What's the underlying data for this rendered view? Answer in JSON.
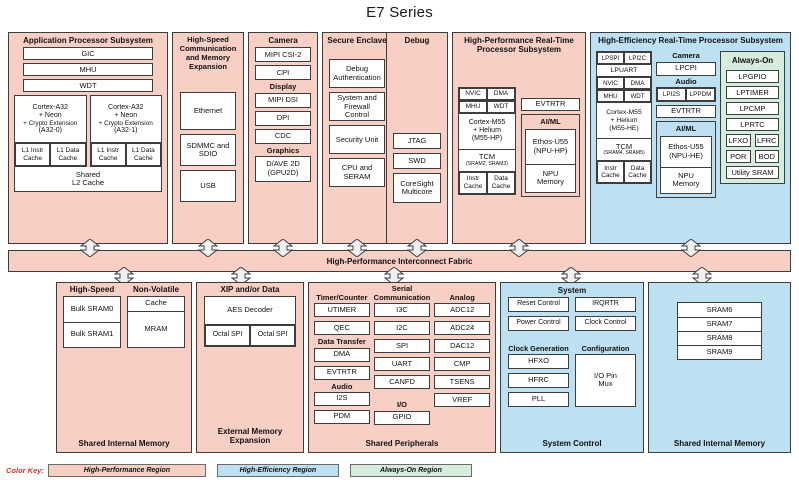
{
  "title": "E7 Series",
  "colors": {
    "high_performance": "#f8cfc5",
    "high_efficiency": "#bde1f2",
    "always_on": "#d6ecdc",
    "border": "#3d3d3d",
    "key_label": "#c0392b"
  },
  "fabric": {
    "label": "High-Performance Interconnect Fabric"
  },
  "color_key": {
    "label": "Color Key:",
    "items": [
      {
        "label": "High-Performance Region",
        "color": "#f8cfc5"
      },
      {
        "label": "High-Efficiency Region",
        "color": "#bde1f2"
      },
      {
        "label": "Always-On Region",
        "color": "#d6ecdc"
      }
    ]
  },
  "top_row": {
    "app_processor": {
      "title": "Application Processor Subsystem",
      "region": "high-performance",
      "top_cells": [
        "GIC",
        "MHU",
        "WDT"
      ],
      "cores": [
        {
          "name": [
            "Cortex-A32",
            "+ Neon",
            "+ Crypto Extension",
            "(A32-0)"
          ],
          "caches": [
            "L1 Instr Cache",
            "L1 Data Cache"
          ]
        },
        {
          "name": [
            "Cortex-A32",
            "+ Neon",
            "+ Crypto Extension",
            "(A32-1)"
          ],
          "caches": [
            "L1 Instr Cache",
            "L1 Data Cache"
          ]
        }
      ],
      "shared_cache": [
        "Shared",
        "L2 Cache"
      ]
    },
    "highspeed_comm": {
      "title": "High-Speed Communication and Memory Expansion",
      "region": "high-performance",
      "cells": [
        "Ethernet",
        "SDMMC and SDIO",
        "USB"
      ]
    },
    "camera": {
      "title": "Camera",
      "region": "high-performance",
      "cells": [
        "MIPI CSI-2",
        "CPI"
      ],
      "display": {
        "title": "Display",
        "cells": [
          "MIPI DSI",
          "DPI",
          "CDC"
        ]
      },
      "graphics": {
        "title": "Graphics",
        "cells": [
          "D/AVE 2D (GPU2D)"
        ]
      }
    },
    "secure_enclave": {
      "title": "Secure Enclave",
      "region": "high-performance",
      "cells": [
        "Debug Authentication",
        "System and Firewall Control",
        "Security Unit",
        "CPU and SERAM"
      ]
    },
    "debug": {
      "title": "Debug",
      "region": "high-performance",
      "cells": [
        "JTAG",
        "SWD",
        "CoreSight Multicore"
      ]
    },
    "hp_realtime": {
      "title": "High-Performance Real-Time Processor Subsystem",
      "region": "high-performance",
      "left": {
        "pairs": [
          [
            "NVIC",
            "DMA"
          ],
          [
            "MHU",
            "WDT"
          ]
        ],
        "core": [
          "Cortex-M55",
          "+ Helium",
          "(M55-HP)"
        ],
        "tcm_label": "TCM",
        "tcm_sub": "(SRAM2, SRAM3)",
        "caches": [
          "Instr Cache",
          "Data Cache"
        ]
      },
      "right": {
        "evtrtr": "EVTRTR",
        "aiml_title": "AI/ML",
        "npu": [
          "Ethos-U55",
          "(NPU-HP)"
        ],
        "npu_mem": [
          "NPU",
          "Memory"
        ]
      }
    },
    "he_realtime": {
      "title": "High-Efficiency Real-Time Processor Subsystem",
      "region": "high-efficiency",
      "left": {
        "pairs": [
          [
            "LPSPI",
            "LPI2C"
          ]
        ],
        "lpuart": "LPUART",
        "pairs2": [
          [
            "NVIC",
            "DMA"
          ],
          [
            "MHU",
            "WDT"
          ]
        ],
        "core": [
          "Cortex-M55",
          "+ Helium",
          "(M55-HE)"
        ],
        "tcm_label": "TCM",
        "tcm_sub": "(SRAM4, SRAM5)",
        "caches": [
          "Instr Cache",
          "Data Cache"
        ]
      },
      "mid": {
        "camera_title": "Camera",
        "camera_cell": "LPCPI",
        "audio_title": "Audio",
        "audio_cells": [
          "LPI2S",
          "LPPDM"
        ],
        "evtrtr": "EVTRTR",
        "aiml_title": "AI/ML",
        "npu": [
          "Ethos-U55",
          "(NPU-HE)"
        ],
        "npu_mem": [
          "NPU",
          "Memory"
        ]
      },
      "always_on": {
        "title": "Always-On",
        "region": "always-on",
        "cells": [
          "LPGPIO",
          "LPTIMER",
          "LPCMP",
          "LPRTC"
        ],
        "pairs": [
          [
            "LFXO",
            "LFRC"
          ],
          [
            "POR",
            "BOD"
          ]
        ],
        "last": "Utility SRAM"
      }
    }
  },
  "bottom_row": {
    "shared_internal_memory_1": {
      "title": "Shared Internal Memory",
      "region": "high-performance",
      "high_speed": {
        "title": "High-Speed",
        "cells": [
          "Bulk SRAM0",
          "Bulk SRAM1"
        ]
      },
      "non_volatile": {
        "title": "Non-Volatile",
        "cells": [
          "Cache",
          "MRAM"
        ]
      }
    },
    "external_memory": {
      "title": "External Memory Expansion",
      "region": "high-performance",
      "xip_title": "XIP and/or Data",
      "aes": "AES Decoder",
      "spi": [
        "Octal SPI",
        "Octal SPI"
      ]
    },
    "shared_peripherals": {
      "title": "Shared Peripherals",
      "region": "high-performance",
      "col1": {
        "timer_title": "Timer/Counter",
        "timer_cells": [
          "UTIMER",
          "QEC"
        ],
        "data_title": "Data Transfer",
        "data_cells": [
          "DMA",
          "EVTRTR"
        ],
        "audio_title": "Audio",
        "audio_cells": [
          "I2S",
          "PDM"
        ]
      },
      "col2": {
        "serial_title": "Serial Communication",
        "serial_cells": [
          "I3C",
          "I2C",
          "SPI",
          "UART",
          "CANFD"
        ],
        "io_title": "I/O",
        "io_cells": [
          "GPIO"
        ]
      },
      "col3": {
        "analog_title": "Analog",
        "analog_cells": [
          "ADC12",
          "ADC24",
          "DAC12",
          "CMP",
          "TSENS",
          "VREF"
        ]
      }
    },
    "system_control": {
      "title": "System Control",
      "region": "high-efficiency",
      "system_title": "System",
      "system_cells": [
        "Reset Control",
        "IRQRTR",
        "Power Control",
        "Clock Control"
      ],
      "clockgen_title": "Clock Generation",
      "clockgen_cells": [
        "HFXO",
        "HFRC",
        "PLL"
      ],
      "config_title": "Configuration",
      "config_cell": [
        "I/O Pin",
        "Mux"
      ]
    },
    "shared_internal_memory_2": {
      "title": "Shared Internal Memory",
      "region": "high-efficiency",
      "cells": [
        "SRAM6",
        "SRAM7",
        "SRAM8",
        "SRAM9"
      ]
    }
  }
}
